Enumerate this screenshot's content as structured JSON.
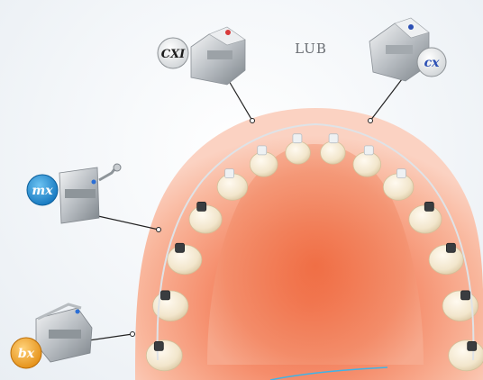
{
  "diagram": {
    "jaw_label": "LUB",
    "brackets": [
      {
        "id": "cxi",
        "badge": "CXI",
        "badge_style": "white"
      },
      {
        "id": "cx",
        "badge": "cx",
        "badge_style": "white"
      },
      {
        "id": "mx",
        "badge": "mx",
        "badge_style": "blue"
      },
      {
        "id": "bx",
        "badge": "bx",
        "badge_style": "orange"
      }
    ],
    "colors": {
      "gum": "#f7a98a",
      "palate": "#f47d5a",
      "tooth": "#f4ead5",
      "wire": "#d8dde2",
      "badge_blue": "#1e8fd6",
      "badge_orange": "#f0a727",
      "leader": "#222222"
    }
  }
}
